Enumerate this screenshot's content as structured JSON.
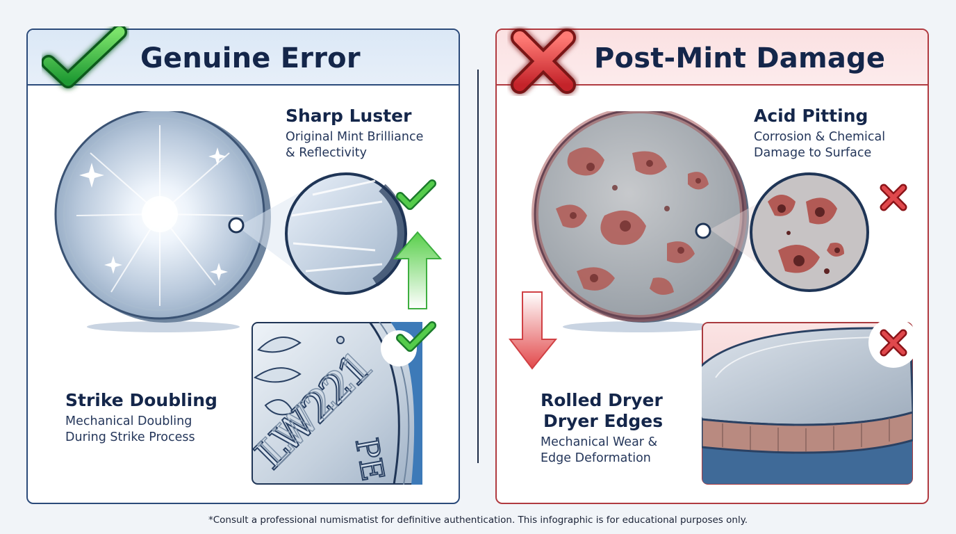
{
  "left_panel": {
    "title": "Genuine Error",
    "icon": "check-icon",
    "accent": "#3cb54a",
    "features": [
      {
        "title": "Sharp Luster",
        "desc_lines": [
          "Original Mint Brilliance",
          "& Reflectivity"
        ]
      },
      {
        "title": "Strike Doubling",
        "desc_lines": [
          "Mechanical Doubling",
          "During Strike Process"
        ]
      }
    ]
  },
  "right_panel": {
    "title": "Post-Mint Damage",
    "icon": "x-icon",
    "accent": "#d83a3a",
    "features": [
      {
        "title": "Acid Pitting",
        "desc_lines": [
          "Corrosion & Chemical",
          "Damage to Surface"
        ]
      },
      {
        "title_lines": [
          "Rolled Dryer",
          "Dryer Edges"
        ],
        "desc_lines": [
          "Mechanical Wear &",
          "Edge Deformation"
        ]
      }
    ]
  },
  "footnote": "*Consult a professional numismatist for definitive authentication. This infographic is for educational purposes only."
}
